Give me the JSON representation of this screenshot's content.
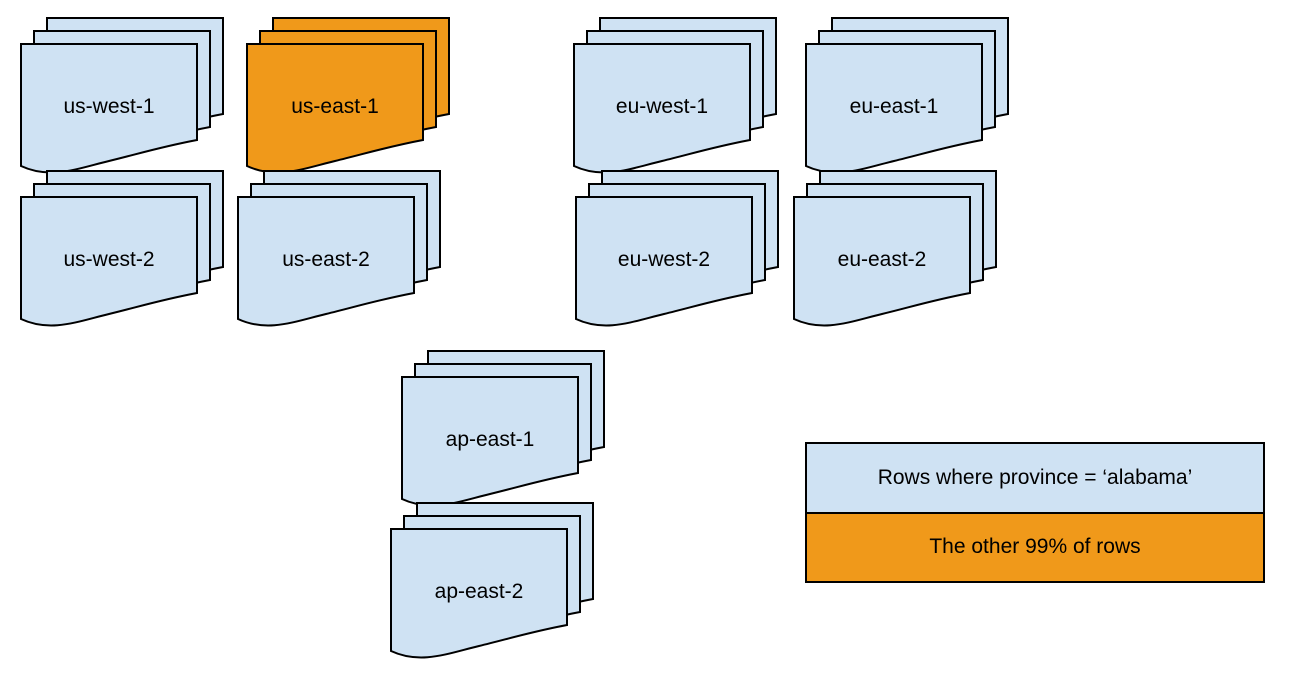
{
  "diagram": {
    "description": "Document stacks representing data partitions per cloud region, with one highlighted partition",
    "stacks": [
      {
        "label": "us-west-1",
        "variant": "blue"
      },
      {
        "label": "us-east-1",
        "variant": "orange"
      },
      {
        "label": "eu-west-1",
        "variant": "blue"
      },
      {
        "label": "eu-east-1",
        "variant": "blue"
      },
      {
        "label": "us-west-2",
        "variant": "blue"
      },
      {
        "label": "us-east-2",
        "variant": "blue"
      },
      {
        "label": "eu-west-2",
        "variant": "blue"
      },
      {
        "label": "eu-east-2",
        "variant": "blue"
      },
      {
        "label": "ap-east-1",
        "variant": "blue"
      },
      {
        "label": "ap-east-2",
        "variant": "blue"
      }
    ],
    "legend": {
      "items": [
        {
          "label": "Rows where province = ‘alabama’",
          "color": "#cfe2f3"
        },
        {
          "label": "The other 99% of rows",
          "color": "#f0991a"
        }
      ]
    },
    "colors": {
      "document_fill": "#cfe2f3",
      "highlight_fill": "#f0991a",
      "stroke": "#000000"
    }
  }
}
